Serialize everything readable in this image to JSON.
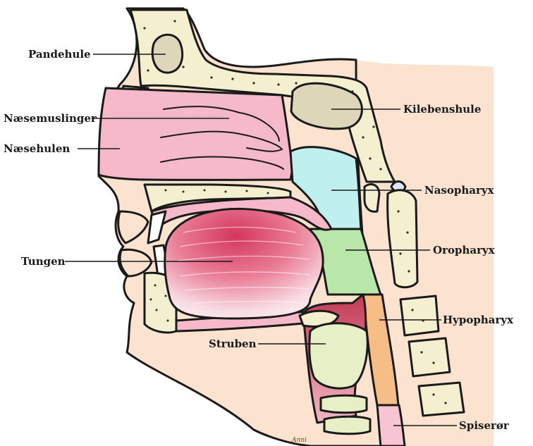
{
  "labels": {
    "pandehule": "Pandehule",
    "naesemuslinger": "Næsemuslinger",
    "naesehulen": "Næsehulen",
    "kilebenshule": "Kilebenshule",
    "nasopharyx": "Nasopharyx",
    "oropharyx": "Oropharyx",
    "tungen": "Tungen",
    "hypopharyx": "Hypopharyx",
    "struben": "Struben",
    "spiseroer": "Spiserør"
  },
  "signature": "Anni",
  "colors": {
    "skin": "#fbe3cf",
    "bone": "#f3efcf",
    "sinus": "#ddd6b8",
    "nasal_cavity": "#f6b9c9",
    "nasopharynx": "#bff0ef",
    "oropharynx": "#b9e6a9",
    "hypopharynx": "#f6bd86",
    "esophagus": "#f7c5d2",
    "tongue": "#e8607f",
    "outline": "#1a1a1a"
  }
}
